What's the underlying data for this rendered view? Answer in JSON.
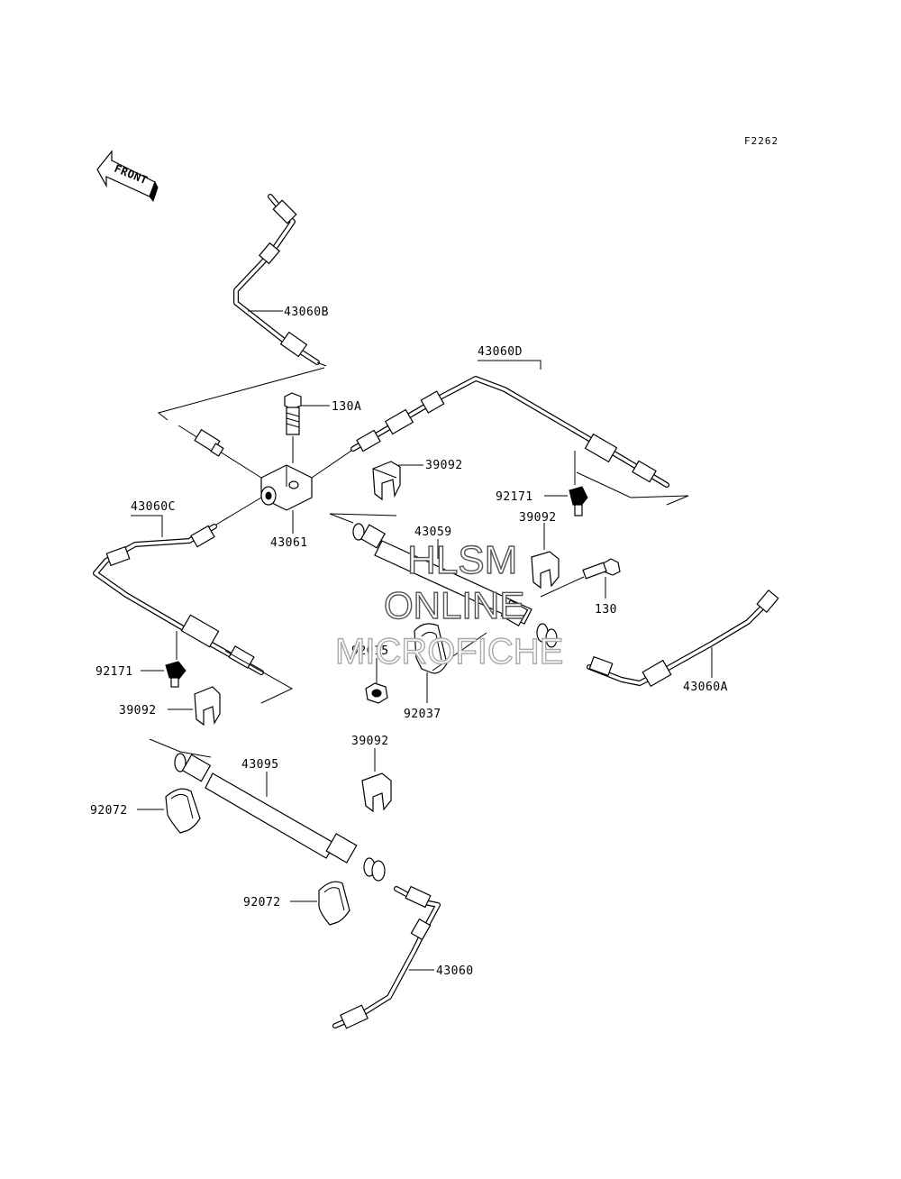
{
  "figure_code": "F2262",
  "front_label": "FRONT",
  "watermark": {
    "line1": "HLSM",
    "line2": "ONLINE",
    "line3": "MICROFICHE"
  },
  "parts": {
    "p43060B": "43060B",
    "p43060D": "43060D",
    "p130A": "130A",
    "p39092_a": "39092",
    "p92171_a": "92171",
    "p39092_b": "39092",
    "p43060C": "43060C",
    "p43061": "43061",
    "p43059": "43059",
    "p130": "130",
    "p92015": "92015",
    "p43060A": "43060A",
    "p92171_b": "92171",
    "p39092_c": "39092",
    "p92037": "92037",
    "p39092_d": "39092",
    "p43095": "43095",
    "p92072_a": "92072",
    "p92072_b": "92072",
    "p43060": "43060"
  }
}
